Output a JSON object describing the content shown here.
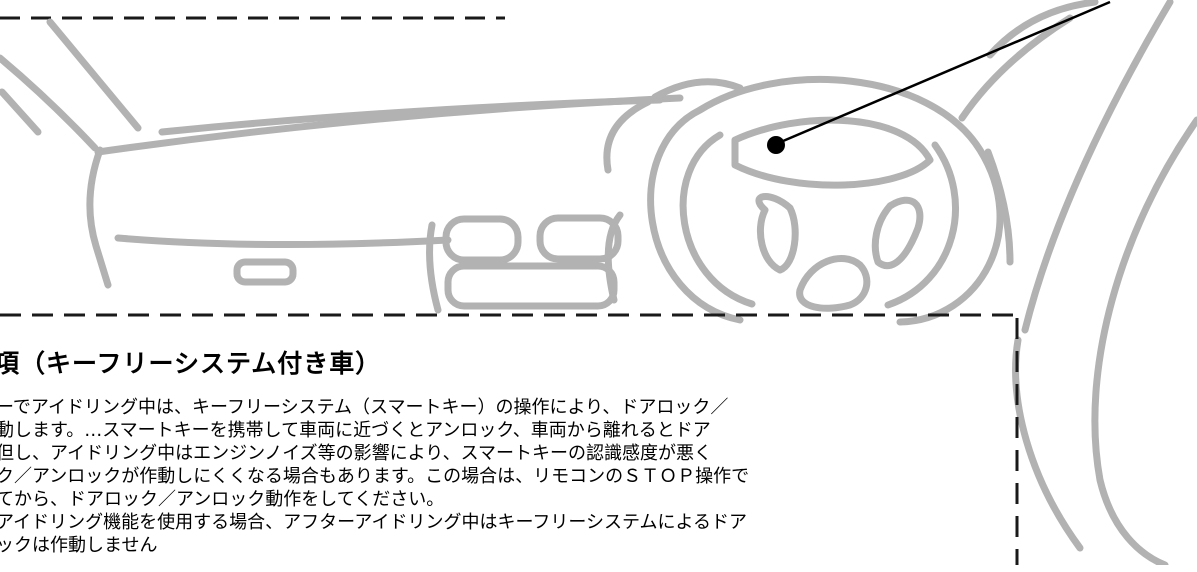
{
  "notice": {
    "title": "項（キーフリーシステム付き車）",
    "lines": [
      "ーでアイドリング中は、キーフリーシステム（スマートキー）の操作により、ドアロック／",
      "動します。…スマートキーを携帯して車両に近づくとアンロック、車両から離れるとドア",
      "但し、アイドリング中はエンジンノイズ等の影響により、スマートキーの認識感度が悪く",
      "ク／アンロックが作動しにくくなる場合もあります。この場合は、リモコンのＳＴＯＰ操作で",
      "てから、ドアロック／アンロック動作をしてください。",
      "アイドリング機能を使用する場合、アフターアイドリング中はキーフリーシステムによるドア",
      "ックは作動しません"
    ]
  },
  "colors": {
    "outline": "#b2b2b2",
    "border_dash": "#1a1a1a",
    "pointer": "#000000"
  }
}
